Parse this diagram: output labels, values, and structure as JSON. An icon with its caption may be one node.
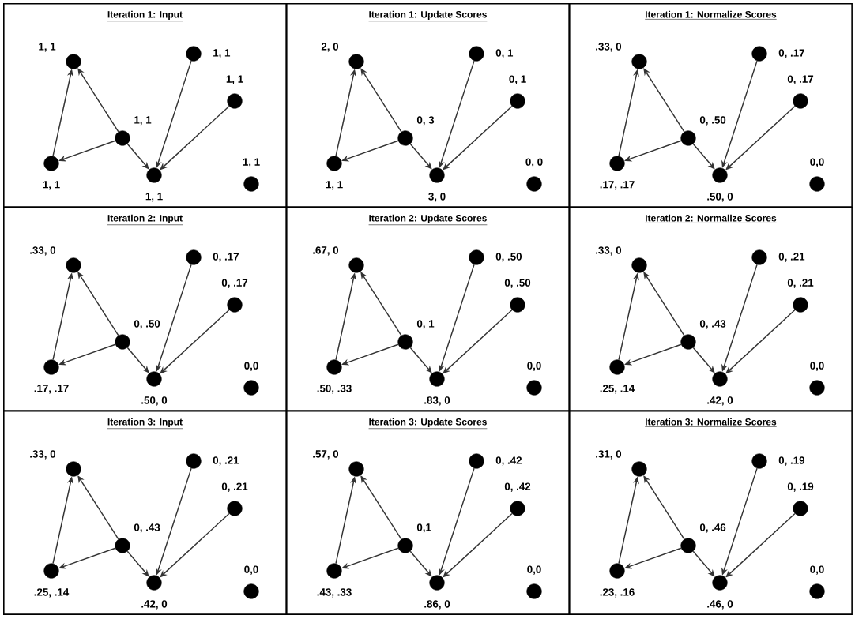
{
  "diagram": {
    "nodes": [
      {
        "text": [
          "Iteration 1: Input"
        ]
      },
      {
        "text": [],
        "shape": "circle",
        "in": 0,
        "beside": [
          "1, 1"
        ]
      },
      {
        "text": [],
        "shape": "circle",
        "in": 0,
        "beside": [
          "1, 1"
        ]
      },
      {
        "text": [],
        "shape": "circle",
        "in": 0,
        "beside": [
          "1, 1"
        ]
      },
      {
        "text": [],
        "shape": "circle",
        "in": 0,
        "beside": [
          "1, 1"
        ]
      },
      {
        "text": [],
        "shape": "circle",
        "in": 0,
        "beside": [
          "1, 1"
        ]
      },
      {
        "text": [],
        "shape": "circle",
        "in": 0,
        "beside": [
          "1, 1"
        ]
      },
      {
        "text": [],
        "shape": "circle",
        "in": 0,
        "beside": [
          "1, 1"
        ]
      },
      {
        "text": [
          "Iteration 1: Update Scores"
        ]
      },
      {
        "text": [],
        "shape": "circle",
        "in": 8,
        "beside": [
          "2, 0"
        ]
      },
      {
        "text": [],
        "shape": "circle",
        "in": 8,
        "beside": [
          "1, 1"
        ]
      },
      {
        "text": [],
        "shape": "circle",
        "in": 8,
        "beside": [
          "0, 3"
        ]
      },
      {
        "text": [],
        "shape": "circle",
        "in": 8,
        "beside": [
          "3, 0"
        ]
      },
      {
        "text": [],
        "shape": "circle",
        "in": 8,
        "beside": [
          "0, 1"
        ]
      },
      {
        "text": [],
        "shape": "circle",
        "in": 8,
        "beside": [
          "0, 1"
        ]
      },
      {
        "text": [],
        "shape": "circle",
        "in": 8,
        "beside": [
          "0, 0"
        ]
      },
      {
        "text": [
          "Iteration 1: Normalize Scores"
        ]
      },
      {
        "text": [],
        "shape": "circle",
        "in": 16,
        "beside": [
          ".33, 0"
        ]
      },
      {
        "text": [],
        "shape": "circle",
        "in": 16,
        "beside": [
          ".17, .17"
        ]
      },
      {
        "text": [],
        "shape": "circle",
        "in": 16,
        "beside": [
          "0, .50"
        ]
      },
      {
        "text": [],
        "shape": "circle",
        "in": 16,
        "beside": [
          ".50, 0"
        ]
      },
      {
        "text": [],
        "shape": "circle",
        "in": 16,
        "beside": [
          "0, .17"
        ]
      },
      {
        "text": [],
        "shape": "circle",
        "in": 16,
        "beside": [
          "0, .17"
        ]
      },
      {
        "text": [],
        "shape": "circle",
        "in": 16,
        "beside": [
          "0,0"
        ]
      },
      {
        "text": [
          "Iteration 2: Input"
        ]
      },
      {
        "text": [],
        "shape": "circle",
        "in": 24,
        "beside": [
          ".33, 0"
        ]
      },
      {
        "text": [],
        "shape": "circle",
        "in": 24,
        "beside": [
          ".17, .17"
        ]
      },
      {
        "text": [],
        "shape": "circle",
        "in": 24,
        "beside": [
          "0, .50"
        ]
      },
      {
        "text": [],
        "shape": "circle",
        "in": 24,
        "beside": [
          ".50, 0"
        ]
      },
      {
        "text": [],
        "shape": "circle",
        "in": 24,
        "beside": [
          "0, .17"
        ]
      },
      {
        "text": [],
        "shape": "circle",
        "in": 24,
        "beside": [
          "0, .17"
        ]
      },
      {
        "text": [],
        "shape": "circle",
        "in": 24,
        "beside": [
          "0,0"
        ]
      },
      {
        "text": [
          "Iteration 2: Update Scores"
        ]
      },
      {
        "text": [],
        "shape": "circle",
        "in": 32,
        "beside": [
          ".67, 0"
        ]
      },
      {
        "text": [],
        "shape": "circle",
        "in": 32,
        "beside": [
          ".50, .33"
        ]
      },
      {
        "text": [],
        "shape": "circle",
        "in": 32,
        "beside": [
          "0, 1"
        ]
      },
      {
        "text": [],
        "shape": "circle",
        "in": 32,
        "beside": [
          ".83, 0"
        ]
      },
      {
        "text": [],
        "shape": "circle",
        "in": 32,
        "beside": [
          "0, .50"
        ]
      },
      {
        "text": [],
        "shape": "circle",
        "in": 32,
        "beside": [
          "0, .50"
        ]
      },
      {
        "text": [],
        "shape": "circle",
        "in": 32,
        "beside": [
          "0,0"
        ]
      },
      {
        "text": [
          "Iteration 2: Normalize Scores"
        ]
      },
      {
        "text": [],
        "shape": "circle",
        "in": 40,
        "beside": [
          ".33, 0"
        ]
      },
      {
        "text": [],
        "shape": "circle",
        "in": 40,
        "beside": [
          ".25, .14"
        ]
      },
      {
        "text": [],
        "shape": "circle",
        "in": 40,
        "beside": [
          "0, .43"
        ]
      },
      {
        "text": [],
        "shape": "circle",
        "in": 40,
        "beside": [
          ".42, 0"
        ]
      },
      {
        "text": [],
        "shape": "circle",
        "in": 40,
        "beside": [
          "0, .21"
        ]
      },
      {
        "text": [],
        "shape": "circle",
        "in": 40,
        "beside": [
          "0, .21"
        ]
      },
      {
        "text": [],
        "shape": "circle",
        "in": 40,
        "beside": [
          "0,0"
        ]
      },
      {
        "text": [
          "Iteration 3: Input"
        ]
      },
      {
        "text": [],
        "shape": "circle",
        "in": 48,
        "beside": [
          ".33, 0"
        ]
      },
      {
        "text": [],
        "shape": "circle",
        "in": 48,
        "beside": [
          ".25, .14"
        ]
      },
      {
        "text": [],
        "shape": "circle",
        "in": 48,
        "beside": [
          "0, .43"
        ]
      },
      {
        "text": [],
        "shape": "circle",
        "in": 48,
        "beside": [
          ".42, 0"
        ]
      },
      {
        "text": [],
        "shape": "circle",
        "in": 48,
        "beside": [
          "0, .21"
        ]
      },
      {
        "text": [],
        "shape": "circle",
        "in": 48,
        "beside": [
          "0, .21"
        ]
      },
      {
        "text": [],
        "shape": "circle",
        "in": 48,
        "beside": [
          "0,0"
        ]
      },
      {
        "text": [
          "Iteration 3: Update Scores"
        ]
      },
      {
        "text": [],
        "shape": "circle",
        "in": 56,
        "beside": [
          ".57, 0"
        ]
      },
      {
        "text": [],
        "shape": "circle",
        "in": 56,
        "beside": [
          ".43, .33"
        ]
      },
      {
        "text": [],
        "shape": "circle",
        "in": 56,
        "beside": [
          "0,1"
        ]
      },
      {
        "text": [],
        "shape": "circle",
        "in": 56,
        "beside": [
          ".86, 0"
        ]
      },
      {
        "text": [],
        "shape": "circle",
        "in": 56,
        "beside": [
          "0, .42"
        ]
      },
      {
        "text": [],
        "shape": "circle",
        "in": 56,
        "beside": [
          "0, .42"
        ]
      },
      {
        "text": [],
        "shape": "circle",
        "in": 56,
        "beside": [
          "0,0"
        ]
      },
      {
        "text": [
          "Iteration 3: Normalize Scores"
        ]
      },
      {
        "text": [],
        "shape": "circle",
        "in": 64,
        "beside": [
          ".31, 0"
        ]
      },
      {
        "text": [],
        "shape": "circle",
        "in": 64,
        "beside": [
          ".23, .16"
        ]
      },
      {
        "text": [],
        "shape": "circle",
        "in": 64,
        "beside": [
          "0, .46"
        ]
      },
      {
        "text": [],
        "shape": "circle",
        "in": 64,
        "beside": [
          ".46, 0"
        ]
      },
      {
        "text": [],
        "shape": "circle",
        "in": 64,
        "beside": [
          "0, .19"
        ]
      },
      {
        "text": [],
        "shape": "circle",
        "in": 64,
        "beside": [
          "0, .19"
        ]
      },
      {
        "text": [],
        "shape": "circle",
        "in": 64,
        "beside": [
          "0,0"
        ]
      }
    ],
    "edges": [
      {
        "from": 3,
        "to": 1,
        "arrow": "to"
      },
      {
        "from": 2,
        "to": 1,
        "arrow": "to"
      },
      {
        "from": 3,
        "to": 2,
        "arrow": "to"
      },
      {
        "from": 3,
        "to": 4,
        "arrow": "to"
      },
      {
        "from": 5,
        "to": 4,
        "arrow": "to"
      },
      {
        "from": 6,
        "to": 4,
        "arrow": "to"
      },
      {
        "from": 11,
        "to": 9,
        "arrow": "to"
      },
      {
        "from": 10,
        "to": 9,
        "arrow": "to"
      },
      {
        "from": 11,
        "to": 10,
        "arrow": "to"
      },
      {
        "from": 11,
        "to": 12,
        "arrow": "to"
      },
      {
        "from": 13,
        "to": 12,
        "arrow": "to"
      },
      {
        "from": 14,
        "to": 12,
        "arrow": "to"
      },
      {
        "from": 19,
        "to": 17,
        "arrow": "to"
      },
      {
        "from": 18,
        "to": 17,
        "arrow": "to"
      },
      {
        "from": 19,
        "to": 18,
        "arrow": "to"
      },
      {
        "from": 19,
        "to": 20,
        "arrow": "to"
      },
      {
        "from": 21,
        "to": 20,
        "arrow": "to"
      },
      {
        "from": 22,
        "to": 20,
        "arrow": "to"
      },
      {
        "from": 27,
        "to": 25,
        "arrow": "to"
      },
      {
        "from": 26,
        "to": 25,
        "arrow": "to"
      },
      {
        "from": 27,
        "to": 26,
        "arrow": "to"
      },
      {
        "from": 27,
        "to": 28,
        "arrow": "to"
      },
      {
        "from": 29,
        "to": 28,
        "arrow": "to"
      },
      {
        "from": 30,
        "to": 28,
        "arrow": "to"
      },
      {
        "from": 35,
        "to": 33,
        "arrow": "to"
      },
      {
        "from": 34,
        "to": 33,
        "arrow": "to"
      },
      {
        "from": 35,
        "to": 34,
        "arrow": "to"
      },
      {
        "from": 35,
        "to": 36,
        "arrow": "to"
      },
      {
        "from": 37,
        "to": 36,
        "arrow": "to"
      },
      {
        "from": 38,
        "to": 36,
        "arrow": "to"
      },
      {
        "from": 43,
        "to": 41,
        "arrow": "to"
      },
      {
        "from": 42,
        "to": 41,
        "arrow": "to"
      },
      {
        "from": 43,
        "to": 42,
        "arrow": "to"
      },
      {
        "from": 43,
        "to": 44,
        "arrow": "to"
      },
      {
        "from": 45,
        "to": 44,
        "arrow": "to"
      },
      {
        "from": 46,
        "to": 44,
        "arrow": "to"
      },
      {
        "from": 51,
        "to": 49,
        "arrow": "to"
      },
      {
        "from": 50,
        "to": 49,
        "arrow": "to"
      },
      {
        "from": 51,
        "to": 50,
        "arrow": "to"
      },
      {
        "from": 51,
        "to": 52,
        "arrow": "to"
      },
      {
        "from": 53,
        "to": 52,
        "arrow": "to"
      },
      {
        "from": 54,
        "to": 52,
        "arrow": "to"
      },
      {
        "from": 59,
        "to": 57,
        "arrow": "to"
      },
      {
        "from": 58,
        "to": 57,
        "arrow": "to"
      },
      {
        "from": 59,
        "to": 58,
        "arrow": "to"
      },
      {
        "from": 59,
        "to": 60,
        "arrow": "to"
      },
      {
        "from": 61,
        "to": 60,
        "arrow": "to"
      },
      {
        "from": 62,
        "to": 60,
        "arrow": "to"
      },
      {
        "from": 67,
        "to": 65,
        "arrow": "to"
      },
      {
        "from": 66,
        "to": 65,
        "arrow": "to"
      },
      {
        "from": 67,
        "to": 66,
        "arrow": "to"
      },
      {
        "from": 67,
        "to": 68,
        "arrow": "to"
      },
      {
        "from": 69,
        "to": 68,
        "arrow": "to"
      },
      {
        "from": 70,
        "to": 68,
        "arrow": "to"
      }
    ]
  }
}
